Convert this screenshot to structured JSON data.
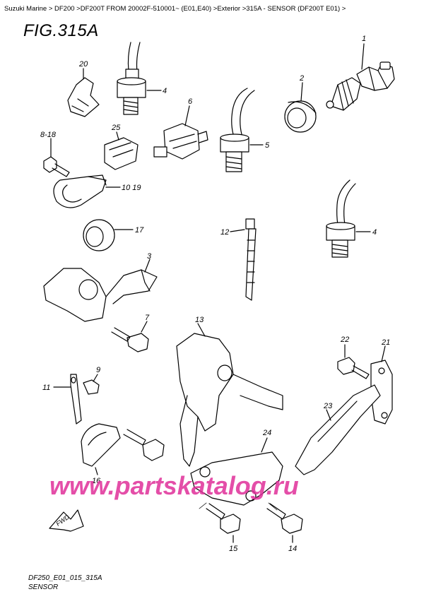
{
  "breadcrumb": "Suzuki Marine > DF200 >DF200T FROM 20002F-510001~ (E01,E40) >Exterior >315A - SENSOR (DF200T E01) >",
  "figure_title": "FIG.315A",
  "callouts": [
    "1",
    "2",
    "3",
    "4",
    "5",
    "6",
    "7",
    "8-18",
    "9",
    "10 19",
    "11",
    "12",
    "13",
    "14",
    "15",
    "16",
    "17",
    "20",
    "21",
    "22",
    "23",
    "24",
    "25",
    "4"
  ],
  "fwd_label": "FWD",
  "watermark": "www.partskatalog.ru",
  "footer": {
    "code": "DF250_E01_015_315A",
    "subtitle": "SENSOR"
  }
}
